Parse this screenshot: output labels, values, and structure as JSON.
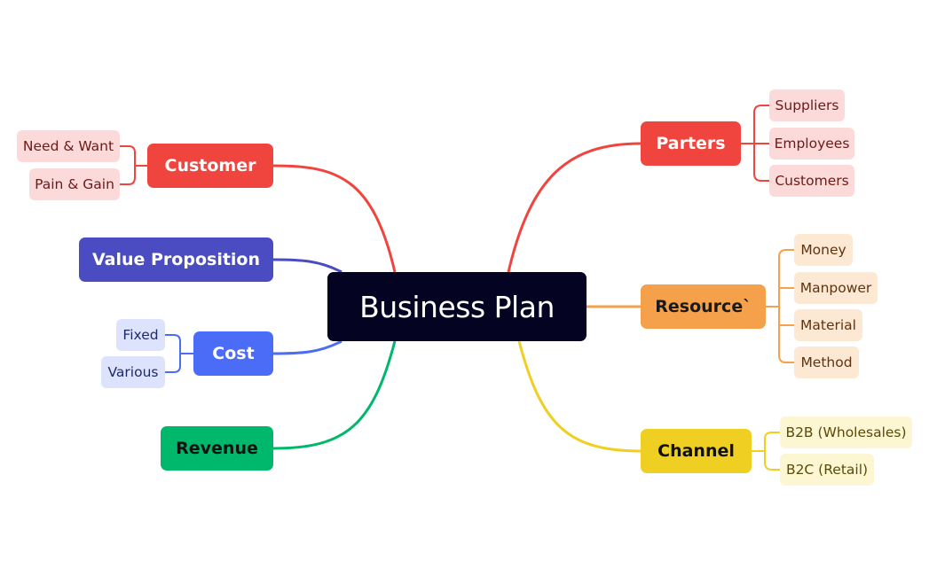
{
  "root": {
    "label": "Business Plan"
  },
  "left": {
    "customer": {
      "label": "Customer",
      "children": [
        "Need & Want",
        "Pain & Gain"
      ]
    },
    "value_proposition": {
      "label": "Value Proposition"
    },
    "cost": {
      "label": "Cost",
      "children": [
        "Fixed",
        "Various"
      ]
    },
    "revenue": {
      "label": "Revenue"
    }
  },
  "right": {
    "partners": {
      "label": "Parters",
      "children": [
        "Suppliers",
        "Employees",
        "Customers"
      ]
    },
    "resource": {
      "label": "Resource`",
      "children": [
        "Money",
        "Manpower",
        "Material",
        "Method"
      ]
    },
    "channel": {
      "label": "Channel",
      "children": [
        "B2B (Wholesales)",
        "B2C (Retail)"
      ]
    }
  },
  "colors": {
    "root": "#050322",
    "customer": "#f0453e",
    "value_proposition": "#4b4cc2",
    "cost": "#4a6cf7",
    "revenue": "#00b86b",
    "partners": "#f0453e",
    "resource": "#f5a04a",
    "channel": "#f0cf23"
  }
}
